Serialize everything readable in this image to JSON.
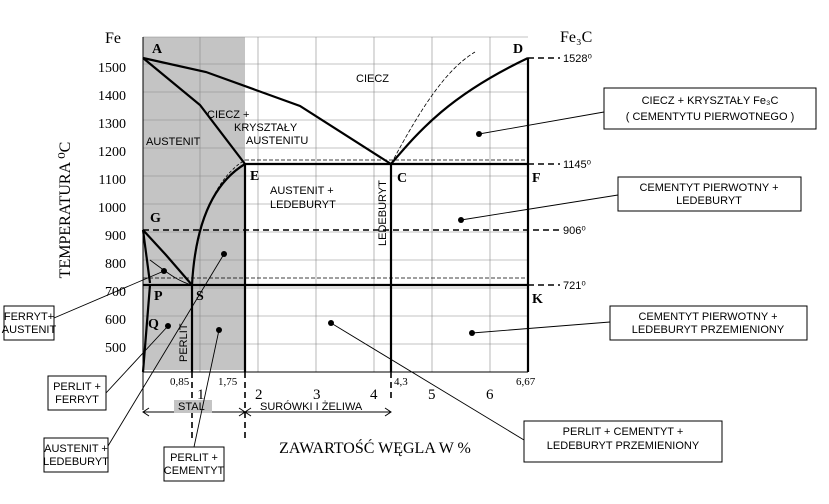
{
  "axes": {
    "y_label": "TEMPERATURA ⁰C",
    "x_label": "ZAWARTOŚĆ WĘGLA W %",
    "left_top": "Fe",
    "right_top": "Fe₃C",
    "y_ticks": [
      "1500",
      "1400",
      "1300",
      "1200",
      "1100",
      "1000",
      "900",
      "800",
      "700",
      "600",
      "500"
    ],
    "x_ticks_bold": [
      "1",
      "2",
      "3",
      "4",
      "5",
      "6"
    ],
    "x_ticks_small": [
      "0,85",
      "1,75",
      "4,3",
      "6,67"
    ]
  },
  "points": {
    "A": "A",
    "D": "D",
    "E": "E",
    "C": "C",
    "F": "F",
    "G": "G",
    "P": "P",
    "S": "S",
    "K": "K",
    "Q": "Q"
  },
  "temperatures": [
    "1528⁰",
    "1145⁰",
    "906⁰",
    "721⁰"
  ],
  "regions": {
    "ciecz": "CIECZ",
    "ciecz_kr1": "CIECZ +",
    "ciecz_kr2": "KRYSZTAŁY",
    "ciecz_kr3": "AUSTENITU",
    "austenit": "AUSTENIT",
    "aust_led1": "AUSTENIT +",
    "aust_led2": "LEDEBURYT",
    "ledeburyt_vertical": "LEDEBURYT",
    "perlit_vertical": "PERLIT"
  },
  "ranges": {
    "stal": "STAL",
    "surowki": "SURÓWKI I ŻELIWA"
  },
  "callouts": {
    "ciecz_cem1": "CIECZ + KRYSZTAŁY Fe₃C",
    "ciecz_cem2": "( CEMENTYTU  PIERWOTNEGO )",
    "cem_led1": "CEMENTYT PIERWOTNY +",
    "cem_led2": "LEDEBURYT",
    "cem_ledp1": "CEMENTYT PIERWOTNY +",
    "cem_ledp2": "LEDEBURYT PRZEMIENIONY",
    "perl_cem_led1": "PERLIT + CEMENTYT +",
    "perl_cem_led2": "LEDEBURYT PRZEMIENIONY",
    "ferryt_aust1": "FERRYT+",
    "ferryt_aust2": "AUSTENIT",
    "perlit_ferryt1": "PERLIT +",
    "perlit_ferryt2": "FERRYT",
    "aust_led_b1": "AUSTENIT +",
    "aust_led_b2": "LEDEBURYT",
    "perlit_cem1": "PERLIT +",
    "perlit_cem2": "CEMENTYT"
  }
}
